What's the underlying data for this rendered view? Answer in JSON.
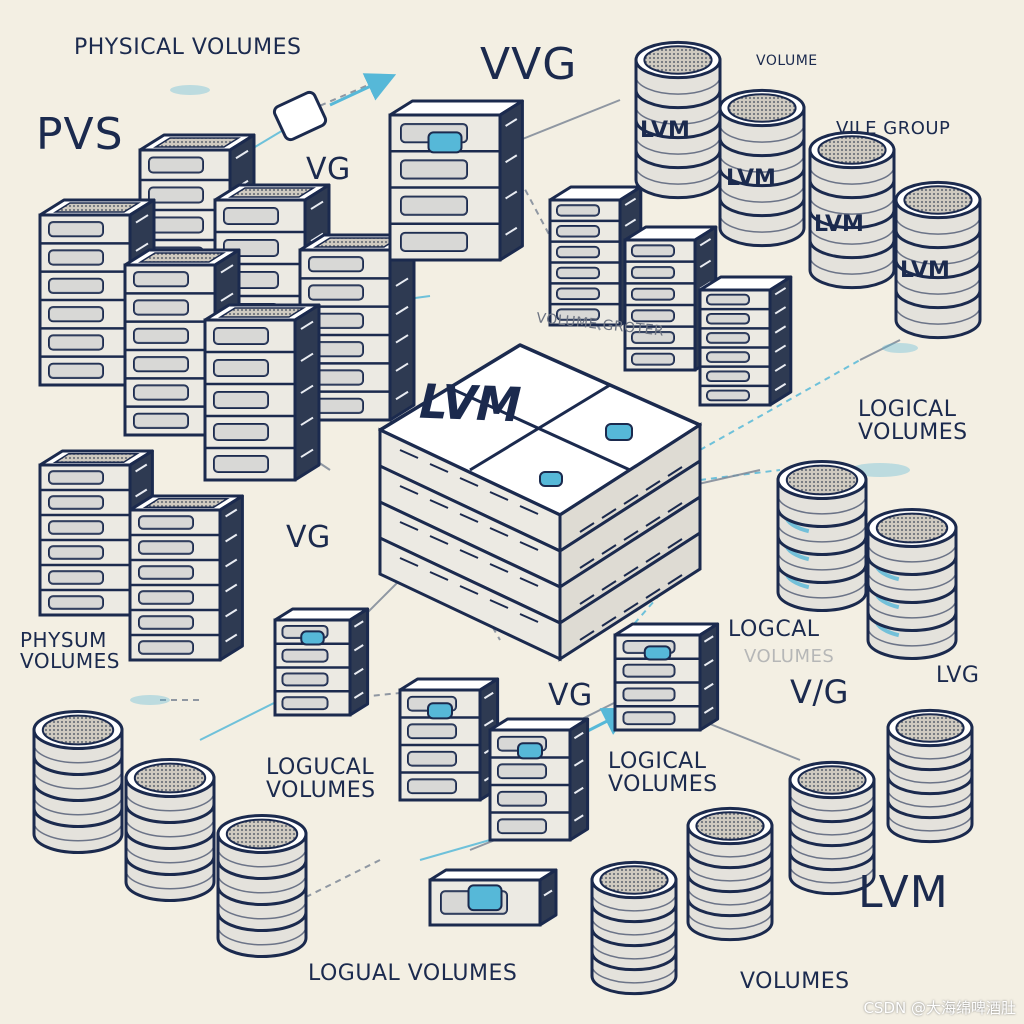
{
  "labels": {
    "physical_volumes_top": "PHYSICAL VOLUMES",
    "pvs": "PVS",
    "vvg": "VVG",
    "vg_top": "VG",
    "volume_small": "VOLUME",
    "vile_group": "VILE GROUP",
    "volume_groter": "VOLUME GROTER",
    "logical_volumes_right": "LOGICAL\nVOLUMES",
    "vg_mid": "VG",
    "physum_volumes": "PHYSUM\nVOLUMES",
    "logcal": "LOGCAL",
    "logcal_faint": "VOLUMES",
    "lvg": "LVG",
    "vg_bottom": "VG",
    "v_g": "V/G",
    "logucal_volumes": "LOGUCAL\nVOLUMES",
    "logical_volumes_bottom": "LOGICAL\nVOLUMES",
    "lvm_big": "LVM",
    "logual_volumes": "LOGUAL VOLUMES",
    "volumes_bottom": "VOLUMES",
    "center_lvm": "LVM",
    "cylinder_lvm": "LVM",
    "watermark": "CSDN @大海绵啤酒肚"
  },
  "colors": {
    "background": "#f3efe3",
    "ink": "#1b2a4e",
    "accent": "#56b8d8",
    "panel": "#eceae3",
    "shadow": "#9aa3b0"
  }
}
